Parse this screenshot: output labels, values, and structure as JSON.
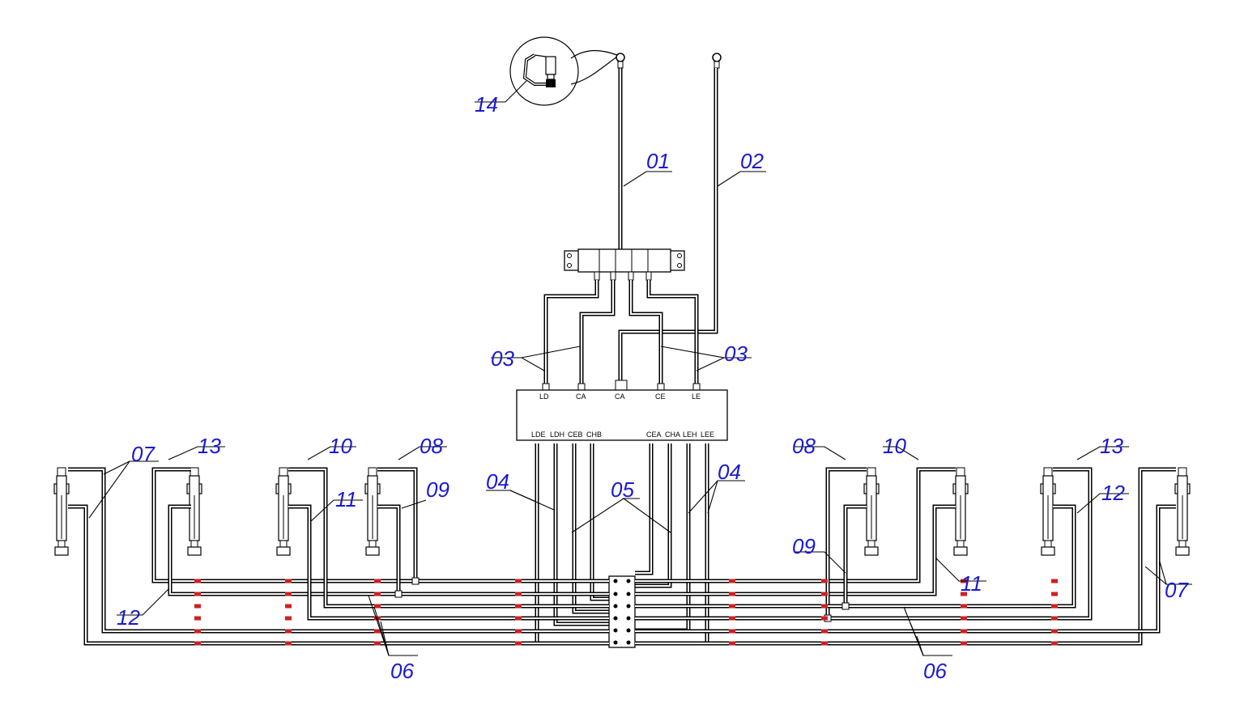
{
  "colors": {
    "label": "#1a1ad0",
    "line": "#000000",
    "fitting": "#cc2222",
    "background": "#ffffff"
  },
  "callouts": {
    "c01": "01",
    "c02": "02",
    "c03_left": "03",
    "c03_right": "03",
    "c04_left": "04",
    "c04_right": "04",
    "c05": "05",
    "c06_left": "06",
    "c06_right": "06",
    "c07_left": "07",
    "c07_right": "07",
    "c08_left": "08",
    "c08_right": "08",
    "c09_left": "09",
    "c09_right": "09",
    "c10_left": "10",
    "c10_right": "10",
    "c11_left": "11",
    "c11_right": "11",
    "c12_left": "12",
    "c12_right": "12",
    "c13_left": "13",
    "c13_right": "13",
    "c14": "14"
  },
  "valve_ports": {
    "top": [
      "LD",
      "CA",
      "CA",
      "CE",
      "LE"
    ],
    "bottom_left": [
      "LDE",
      "LDH",
      "CEB",
      "CHB"
    ],
    "bottom_right": [
      "CEA",
      "CHA",
      "LEH",
      "LEE"
    ]
  },
  "icons": [
    "pressure-sensor-detail-icon",
    "valve-manifold-icon",
    "hydraulic-cylinder-icon",
    "junction-block-icon",
    "tee-fitting-icon"
  ]
}
